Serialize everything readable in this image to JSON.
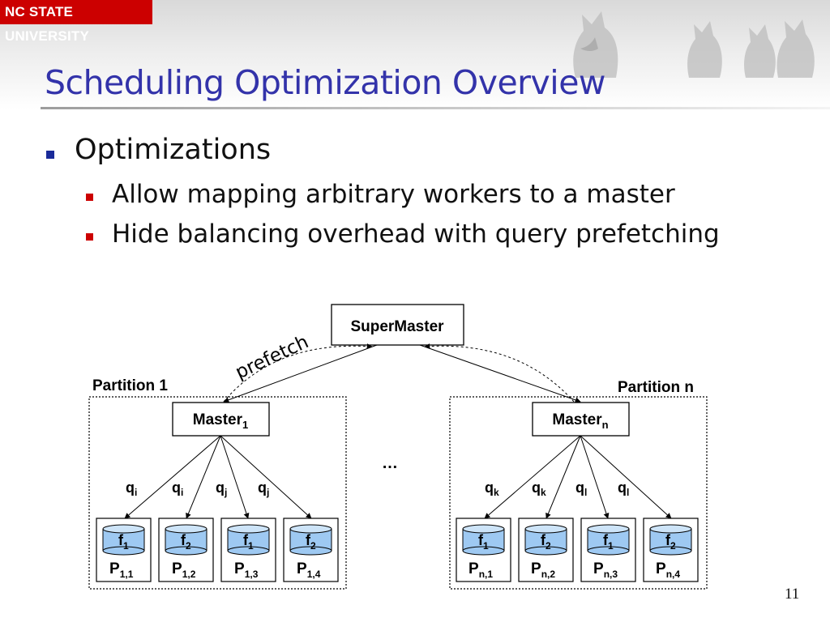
{
  "header": {
    "logo_text": "NC STATE UNIVERSITY",
    "title": "Scheduling Optimization Overview"
  },
  "bullets": {
    "main": "Optimizations",
    "sub": [
      "Allow mapping arbitrary workers to a master",
      "Hide balancing overhead with query prefetching"
    ]
  },
  "diagram": {
    "supermaster": "SuperMaster",
    "prefetch_label": "prefetch",
    "ellipsis": "…",
    "partitions": [
      {
        "label": "Partition 1",
        "master": {
          "base": "Master",
          "sub": "1"
        },
        "queries": [
          {
            "base": "q",
            "sub": "i"
          },
          {
            "base": "q",
            "sub": "i"
          },
          {
            "base": "q",
            "sub": "j"
          },
          {
            "base": "q",
            "sub": "j"
          }
        ],
        "workers": [
          {
            "file_base": "f",
            "file_sub": "1",
            "proc_base": "P",
            "proc_sub": "1,1"
          },
          {
            "file_base": "f",
            "file_sub": "2",
            "proc_base": "P",
            "proc_sub": "1,2"
          },
          {
            "file_base": "f",
            "file_sub": "1",
            "proc_base": "P",
            "proc_sub": "1,3"
          },
          {
            "file_base": "f",
            "file_sub": "2",
            "proc_base": "P",
            "proc_sub": "1,4"
          }
        ]
      },
      {
        "label": "Partition n",
        "master": {
          "base": "Master",
          "sub": "n"
        },
        "queries": [
          {
            "base": "q",
            "sub": "k"
          },
          {
            "base": "q",
            "sub": "k"
          },
          {
            "base": "q",
            "sub": "l"
          },
          {
            "base": "q",
            "sub": "l"
          }
        ],
        "workers": [
          {
            "file_base": "f",
            "file_sub": "1",
            "proc_base": "P",
            "proc_sub": "n,1"
          },
          {
            "file_base": "f",
            "file_sub": "2",
            "proc_base": "P",
            "proc_sub": "n,2"
          },
          {
            "file_base": "f",
            "file_sub": "1",
            "proc_base": "P",
            "proc_sub": "n,3"
          },
          {
            "file_base": "f",
            "file_sub": "2",
            "proc_base": "P",
            "proc_sub": "n,4"
          }
        ]
      }
    ]
  },
  "footer": {
    "page_number": "11"
  },
  "colors": {
    "title": "#3333aa",
    "logo_bg": "#cc0000",
    "cylinder": "#9ec9f2",
    "bullet_main": "#1a2a99",
    "bullet_sub": "#cc0000"
  }
}
